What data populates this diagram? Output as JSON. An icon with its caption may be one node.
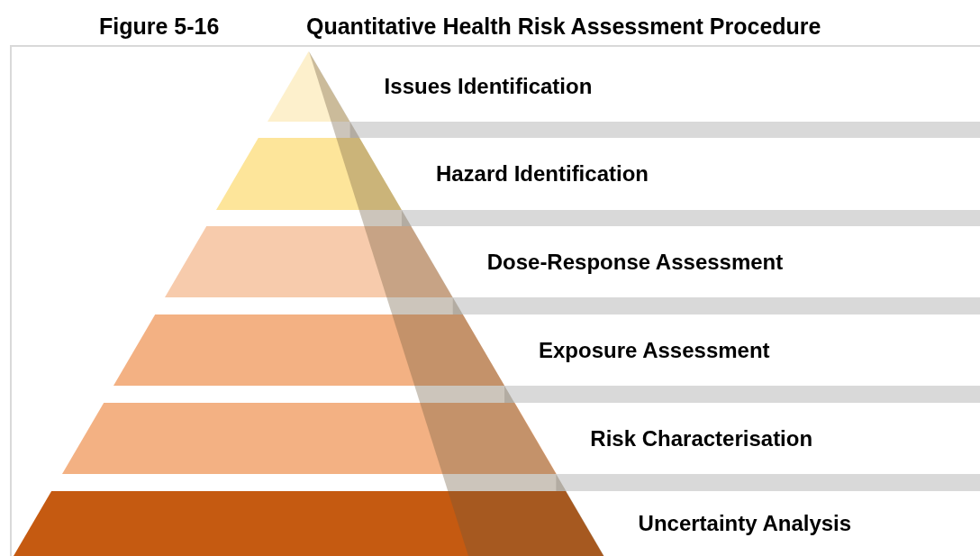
{
  "diagram": {
    "title": "Quantitative Health Risk Assessment Procedure",
    "nodes": [
      {
        "text": [
          "Issues Identification"
        ]
      },
      {
        "text": [
          "Hazard Identification"
        ]
      },
      {
        "text": [
          "Dose-Response Assessment"
        ]
      },
      {
        "text": [
          "Exposure Assessment"
        ]
      },
      {
        "text": [
          "Risk Characterisation"
        ]
      },
      {
        "text": [
          "Uncertainty Analysis"
        ]
      }
    ],
    "labels": [
      "Figure 5-16"
    ]
  }
}
